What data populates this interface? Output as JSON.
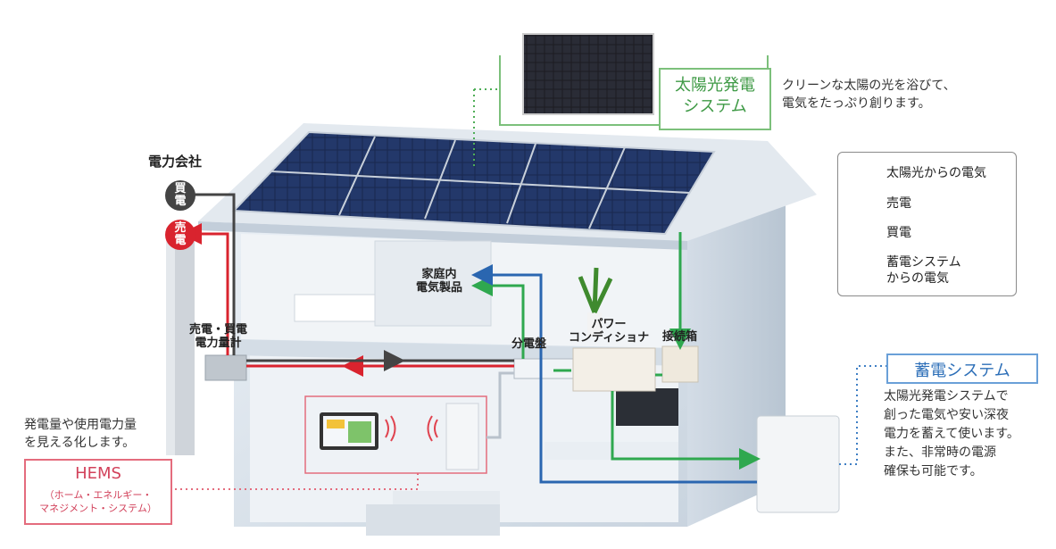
{
  "solar": {
    "title_line1": "太陽光発電",
    "title_line2": "システム",
    "desc_line1": "クリーンな太陽の光を浴びて、",
    "desc_line2": "電気をたっぷり創ります。"
  },
  "power_company": {
    "label": "電力会社",
    "buy_line1": "買",
    "buy_line2": "電",
    "sell_line1": "売",
    "sell_line2": "電"
  },
  "legend": {
    "items": [
      {
        "label": "太陽光からの電気",
        "color": "#2fa84f"
      },
      {
        "label": "売電",
        "color": "#d9232e"
      },
      {
        "label": "買電",
        "color": "#444444"
      },
      {
        "label_line1": "蓄電システム",
        "label_line2": "からの電気",
        "color": "#2a66b0"
      }
    ]
  },
  "components": {
    "appliances_line1": "家庭内",
    "appliances_line2": "電気製品",
    "meter_line1": "売電・買電",
    "meter_line2": "電力量計",
    "panel": "分電盤",
    "conditioner_line1": "パワー",
    "conditioner_line2": "コンディショナ",
    "junction": "接続箱"
  },
  "battery": {
    "title": "蓄電システム",
    "desc_lines": [
      "太陽光発電システムで",
      "創った電気や安い深夜",
      "電力を蓄えて使います。",
      "また、非常時の電源",
      "確保も可能です。"
    ]
  },
  "hems": {
    "desc_line1": "発電量や使用電力量",
    "desc_line2": "を見える化します。",
    "title": "HEMS",
    "sub_line1": "（ホーム・エネルギー・",
    "sub_line2": "マネジメント・システム）"
  },
  "colors": {
    "solar_green": "#2fa84f",
    "sell_red": "#d9232e",
    "buy_gray": "#444444",
    "battery_blue": "#2a66b0",
    "hems_pink": "#e46c7d"
  }
}
